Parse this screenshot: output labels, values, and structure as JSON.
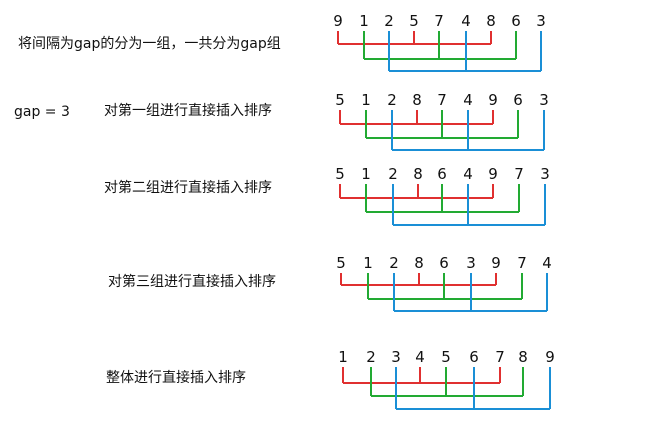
{
  "intro_text": "将间隔为gap的分为一组，一共分为gap组",
  "gap_label": "gap  =  3",
  "colors": {
    "group1": "#e03030",
    "group2": "#22aa33",
    "group3": "#1a8fd6"
  },
  "steps": [
    {
      "caption": "",
      "numbers": [
        "9",
        "1",
        "2",
        "5",
        "7",
        "4",
        "8",
        "6",
        "3"
      ]
    },
    {
      "caption": "对第一组进行直接插入排序",
      "numbers": [
        "5",
        "1",
        "2",
        "8",
        "7",
        "4",
        "9",
        "6",
        "3"
      ]
    },
    {
      "caption": "对第二组进行直接插入排序",
      "numbers": [
        "5",
        "1",
        "2",
        "8",
        "6",
        "4",
        "9",
        "7",
        "3"
      ]
    },
    {
      "caption": "对第三组进行直接插入排序",
      "numbers": [
        "5",
        "1",
        "2",
        "8",
        "6",
        "3",
        "9",
        "7",
        "4"
      ]
    },
    {
      "caption": "整体进行直接插入排序",
      "numbers": [
        "1",
        "2",
        "3",
        "4",
        "5",
        "6",
        "7",
        "8",
        "9"
      ]
    }
  ]
}
